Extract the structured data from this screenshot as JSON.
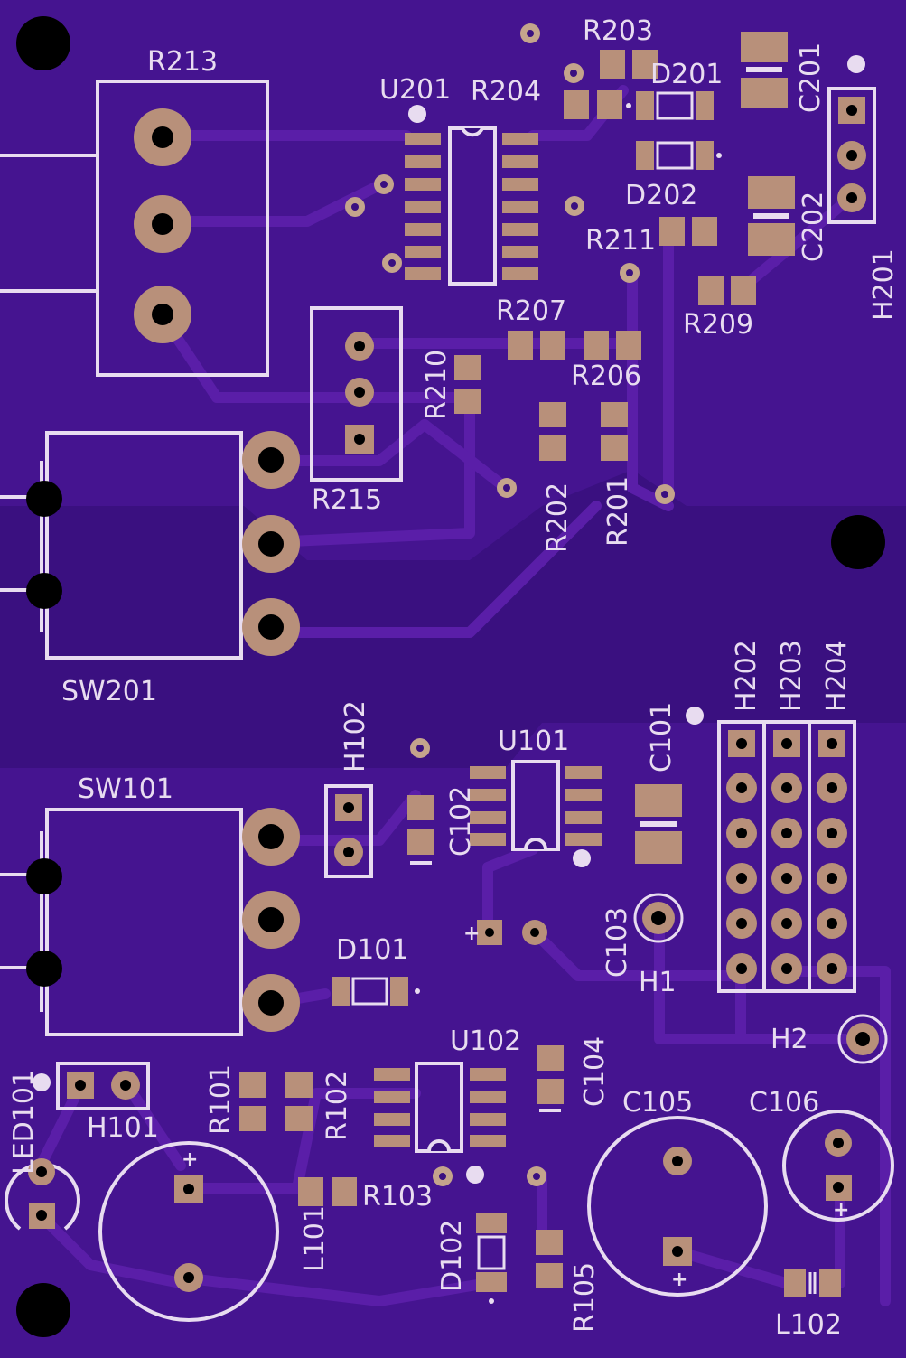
{
  "board": {
    "colors": {
      "substrate": "#3a1080",
      "copper": "#4e1796",
      "trace": "#5a1ea8",
      "silk": "#e8dcf0",
      "pad": "#b8907a",
      "hole": "#000000",
      "via": "#c4a48c"
    },
    "labels": {
      "R213": "R213",
      "U201": "U201",
      "R204": "R204",
      "R203": "R203",
      "D201": "D201",
      "C201": "C201",
      "D202": "D202",
      "C202": "C202",
      "R211": "R211",
      "H201": "H201",
      "R209": "R209",
      "R207": "R207",
      "R206": "R206",
      "R210": "R210",
      "R215": "R215",
      "R202": "R202",
      "R201": "R201",
      "SW201": "SW201",
      "H202": "H202",
      "H203": "H203",
      "H204": "H204",
      "H102": "H102",
      "U101": "U101",
      "C101": "C101",
      "C102": "C102",
      "SW101": "SW101",
      "C103": "C103",
      "H1": "H1",
      "D101": "D101",
      "H2": "H2",
      "U102": "U102",
      "C104": "C104",
      "C105": "C105",
      "C106": "C106",
      "LED101": "LED101",
      "H101": "H101",
      "R101": "R101",
      "R102": "R102",
      "R103": "R103",
      "L101": "L101",
      "D102": "D102",
      "R105": "R105",
      "L102": "L102"
    },
    "polarity_marks": [
      "+",
      "+",
      "+",
      "+",
      "+"
    ]
  }
}
